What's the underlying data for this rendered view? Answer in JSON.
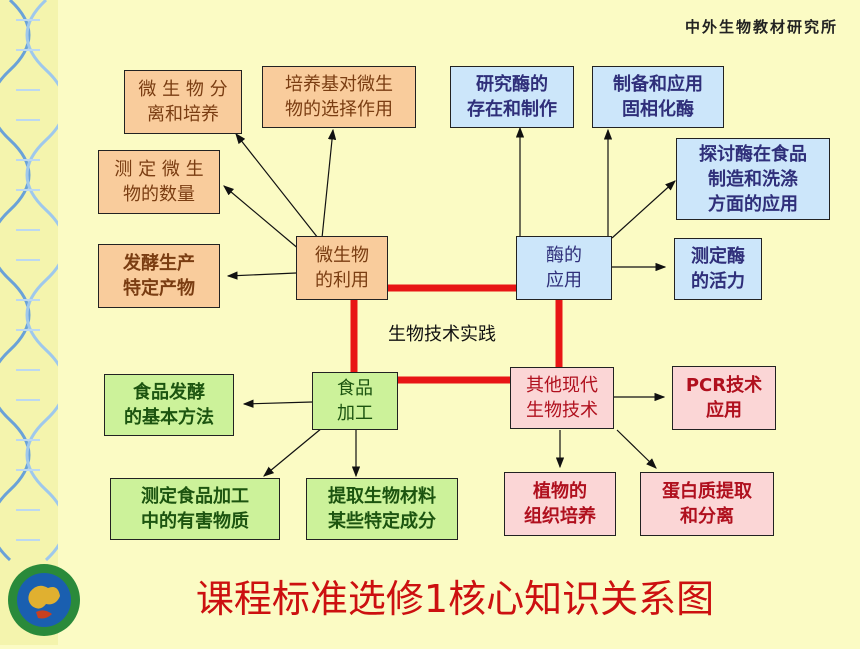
{
  "header": {
    "org": "中外生物教材研究所"
  },
  "diagram": {
    "center_label": "生物技术实践",
    "title": "课程标准选修1核心知识关系图",
    "hubs": {
      "microbe": "微生物\n的利用",
      "enzyme": "酶的\n应用",
      "food": "食品\n加工",
      "other": "其他现代\n生物技术"
    },
    "leaves": {
      "microbe_separation": "微 生 物 分\n离和培养",
      "medium_selection": "培养基对微生\n物的选择作用",
      "microbe_count": "测 定 微 生\n物的数量",
      "fermentation_product": "发酵生产\n特定产物",
      "enzyme_study": "研究酶的\n存在和制作",
      "immobilized_enzyme": "制备和应用\n固相化酶",
      "enzyme_food_washing": "探讨酶在食品\n制造和洗涤\n方面的应用",
      "enzyme_activity": "测定酶\n的活力",
      "food_fermentation": "食品发酵\n的基本方法",
      "harmful_substances": "测定食品加工\n中的有害物质",
      "extract_components": "提取生物材料\n某些特定成分",
      "pcr": "PCR技术\n应用",
      "tissue_culture": "植物的\n组织培养",
      "protein_extraction": "蛋白质提取\n和分离"
    }
  }
}
